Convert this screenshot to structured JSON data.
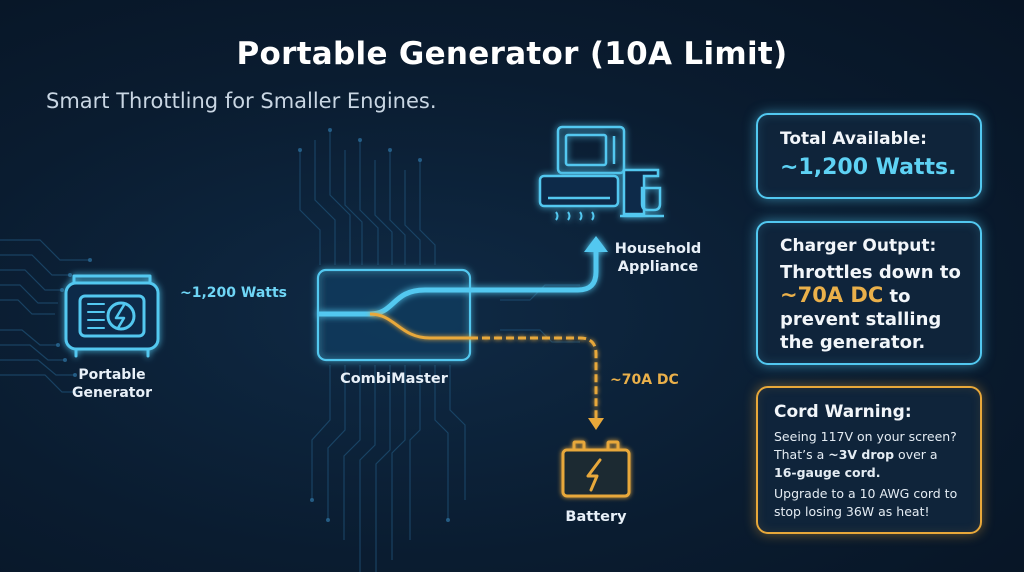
{
  "title": "Portable Generator (10A Limit)",
  "subtitle": "Smart Throttling for Smaller Engines.",
  "nodes": {
    "generator": "Portable\nGenerator",
    "combimaster": "CombiMaster",
    "appliance": "Household\nAppliance",
    "battery": "Battery"
  },
  "flows": {
    "input": "~1,200 Watts",
    "dc_output": "~70A DC"
  },
  "cards": {
    "available": {
      "heading": "Total Available:",
      "value": "~1,200 Watts."
    },
    "charger": {
      "heading": "Charger Output:",
      "line1": "Throttles down to",
      "highlight": "~70A DC",
      "line1_end": " to",
      "line2": "prevent stalling",
      "line3": "the generator."
    },
    "warning": {
      "heading": "Cord Warning:",
      "p1_a": "Seeing 117V on your screen?",
      "p1_b": "That’s a ",
      "p1_bold1": "~3V drop",
      "p1_c": " over a",
      "p1_bold2": "16-gauge cord.",
      "p2": "Upgrade to a 10 AWG cord to stop losing 36W as heat!"
    }
  },
  "colors": {
    "blue_accent": "#52c8f0",
    "orange_accent": "#e8a83a",
    "background": "#0a1c30"
  },
  "icons": [
    "generator-icon",
    "microwave-icon",
    "air-conditioner-icon",
    "coffee-maker-icon",
    "battery-icon"
  ]
}
